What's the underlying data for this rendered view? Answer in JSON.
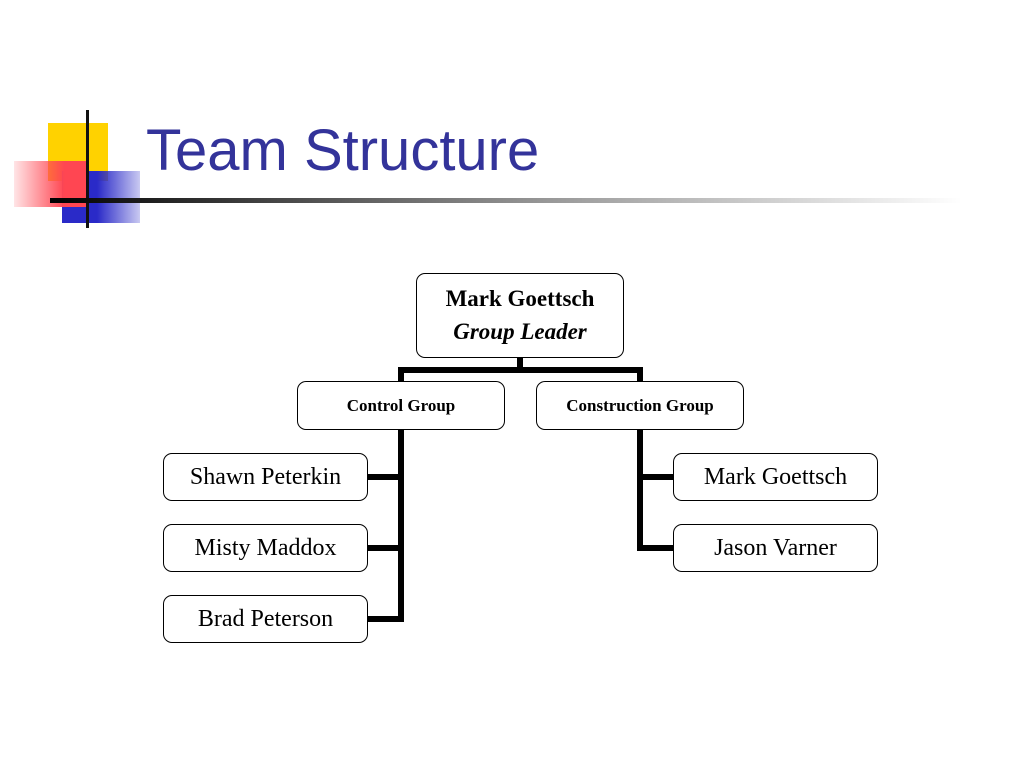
{
  "slide": {
    "title": "Team Structure"
  },
  "org_chart": {
    "leader": {
      "name": "Mark Goettsch",
      "role": "Group Leader"
    },
    "groups": [
      {
        "name": "Control Group",
        "members": [
          "Shawn Peterkin",
          "Misty Maddox",
          "Brad Peterson"
        ]
      },
      {
        "name": "Construction Group",
        "members": [
          "Mark Goettsch",
          "Jason Varner"
        ]
      }
    ]
  },
  "colors": {
    "title": "#33339a",
    "deco_yellow": "#ffd200",
    "deco_blue": "#2a2ac8",
    "deco_red": "#ff4652"
  }
}
